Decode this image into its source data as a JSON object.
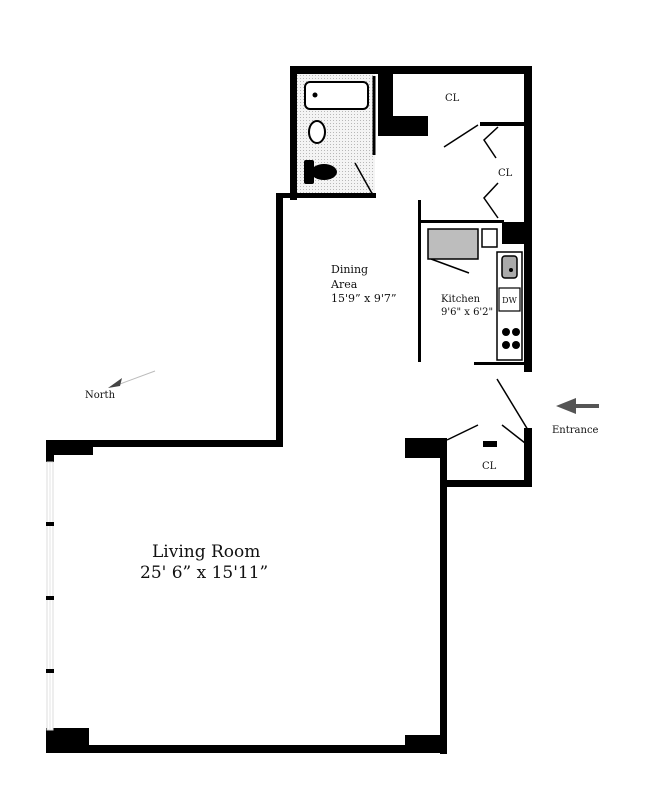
{
  "plan": {
    "rooms": {
      "living_room": {
        "name": "Living Room",
        "dimensions": "25' 6” x 15'11”"
      },
      "dining_area": {
        "name_line1": "Dining",
        "name_line2": "Area",
        "dimensions": "15'9” x 9'7”"
      },
      "kitchen": {
        "name": "Kitchen",
        "dimensions": "9'6\" x 6'2\""
      },
      "closet_top": {
        "name": "CL"
      },
      "closet_mid": {
        "name": "CL"
      },
      "closet_entry": {
        "name": "CL"
      }
    },
    "appliances": {
      "dishwasher": "DW"
    },
    "annotations": {
      "north": "North",
      "entrance": "Entrance"
    },
    "colors": {
      "wall": "#000000",
      "background": "#ffffff",
      "counter": "#bdbdbd",
      "bath_floor": "#e4e4e4",
      "arrow": "#555555"
    }
  }
}
